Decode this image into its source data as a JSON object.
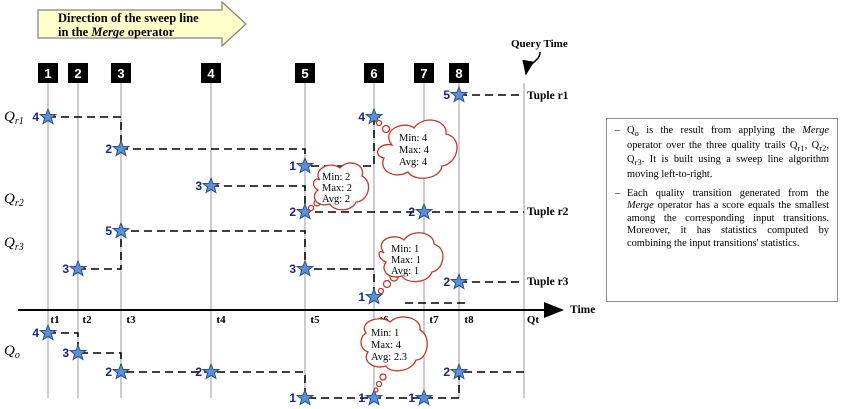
{
  "banner": {
    "line1": "Direction of the sweep line",
    "line2_pre": "in the ",
    "line2_italic": "Merge",
    "line2_post": " operator"
  },
  "query_time_label": "Query Time",
  "sweep_boxes": [
    "1",
    "2",
    "3",
    "4",
    "5",
    "6",
    "7",
    "8"
  ],
  "row_labels": {
    "qr1": "Q",
    "qr1_sub": "r1",
    "qr2": "Q",
    "qr2_sub": "r2",
    "qr3": "Q",
    "qr3_sub": "r3",
    "qo": "Q",
    "qo_sub": "o"
  },
  "tuple_labels": {
    "r1": "Tuple r1",
    "r2": "Tuple r2",
    "r3": "Tuple r3"
  },
  "axis": {
    "label": "Time",
    "ticks": [
      "t1",
      "t2",
      "t3",
      "t4",
      "t5",
      "t6",
      "t7",
      "t8",
      "Qt"
    ]
  },
  "scores": {
    "r1": [
      "4",
      "2",
      "1",
      "4",
      "5"
    ],
    "r2": [
      "3",
      "2",
      "2"
    ],
    "r3": [
      "3",
      "5",
      "3",
      "1",
      "2"
    ],
    "o": [
      "4",
      "3",
      "2",
      "2",
      "1",
      "1",
      "1",
      "2"
    ]
  },
  "bubbles": {
    "b1": [
      "Min: 4",
      "Max: 4",
      "Avg: 4"
    ],
    "b2": [
      "Min: 2",
      "Max: 2",
      "Avg: 2"
    ],
    "b3": [
      "Min: 1",
      "Max: 1",
      "Avg: 1"
    ],
    "b4": [
      "Min: 1",
      "Max: 4",
      "Avg: 2.3"
    ]
  },
  "notes": {
    "n1_pre": "Q",
    "n1_sub": "o",
    "n1_a": " is the result from applying the ",
    "n1_italic": "Merge",
    "n1_b": " operator over the three quality trails Q",
    "n1_s1": "r1",
    "n1_c": ", Q",
    "n1_s2": "r2",
    "n1_d": ", Q",
    "n1_s3": "r3",
    "n1_e": ". It is built using a sweep line algorithm moving left-to-right.",
    "n2_a": "Each quality transition generated from the ",
    "n2_italic": "Merge",
    "n2_b": " operator has a score equals the smallest among the corresponding input transitions. Moreover, it has statistics computed by combining the input transitions' statistics."
  },
  "colors": {
    "star": "#5b8fd8",
    "star_stroke": "#2e4f87",
    "score": "#1a237e",
    "bubble": "#c0392b",
    "banner": "#ffffcc",
    "box": "#000000"
  }
}
